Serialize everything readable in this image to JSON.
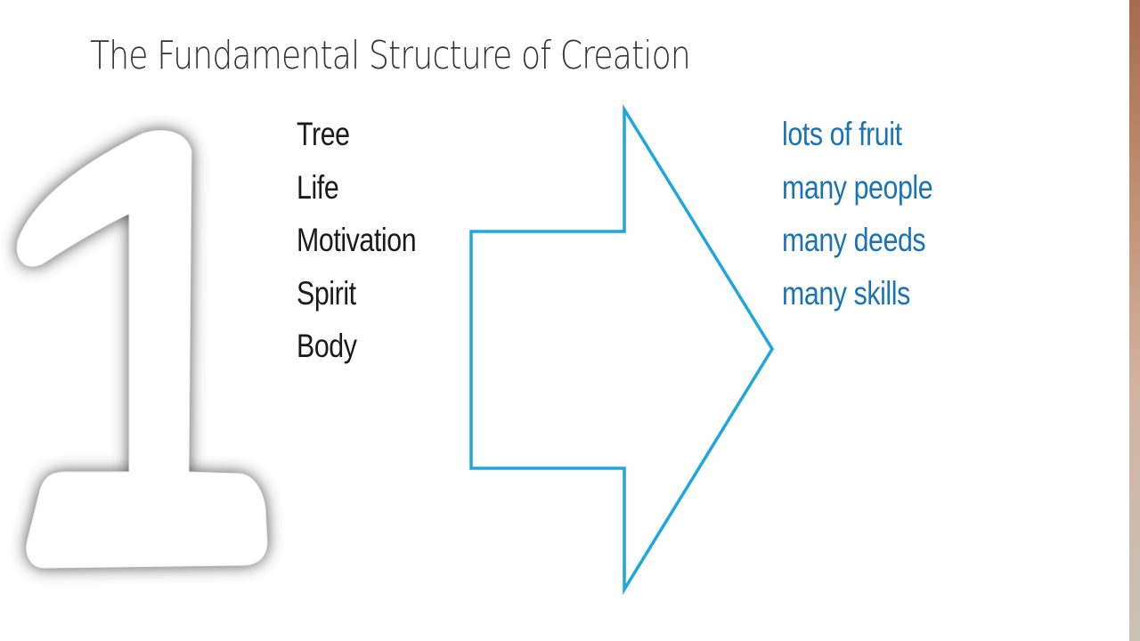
{
  "slide": {
    "title": "The Fundamental Structure of Creation",
    "numeral": "1"
  },
  "left_items": [
    {
      "label": "Tree"
    },
    {
      "label": "Life"
    },
    {
      "label": "Motivation"
    },
    {
      "label": "Spirit"
    },
    {
      "label": "Body"
    }
  ],
  "right_items": [
    {
      "label": "lots of fruit"
    },
    {
      "label": "many people"
    },
    {
      "label": "many deeds"
    },
    {
      "label": "many skills"
    }
  ],
  "colors": {
    "title": "#333333",
    "left_text": "#1a1a1a",
    "right_text": "#1a73b4",
    "arrow_stroke": "#1ea7dc",
    "numeral_shadow": "#555555"
  },
  "icons": {
    "numeral": "large-one-numeral-icon",
    "arrow": "right-block-arrow-icon"
  }
}
